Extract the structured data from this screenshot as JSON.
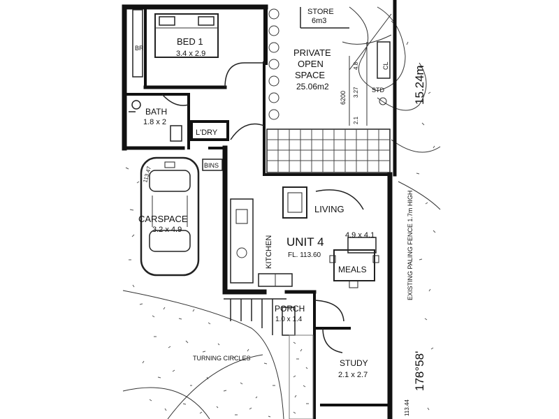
{
  "rooms": {
    "bed1": {
      "name": "BED 1",
      "dims": "3.4 x 2.9",
      "robe": "BR"
    },
    "bath": {
      "name": "BATH",
      "dims": "1.8 x 2"
    },
    "laundry": {
      "name": "L'DRY"
    },
    "store": {
      "name": "STORE",
      "area": "6m3"
    },
    "private_open_space": {
      "line1": "PRIVATE",
      "line2": "OPEN",
      "line3": "SPACE",
      "area": "25.06m2"
    },
    "carspace": {
      "name": "CARSPACE",
      "dims": "3.2 x 4.9",
      "bins": "BINS",
      "level": "113.47"
    },
    "kitchen": {
      "name": "KITCHEN"
    },
    "living": {
      "name": "LIVING",
      "dims": "4.9 x 4.1"
    },
    "unit": {
      "name": "UNIT 4",
      "floor_level": "FL. 113.60"
    },
    "meals": {
      "name": "MEALS"
    },
    "porch": {
      "name": "PORCH",
      "dims": "1.0 x 1.4"
    },
    "study": {
      "name": "STUDY",
      "dims": "2.1 x 2.7"
    }
  },
  "annotations": {
    "turning": "TURNING CIRCLES",
    "fence": "EXISTING PALING FENCE 1.7m HIGH",
    "length": "15.24m",
    "angle": "178°58'",
    "corner_level": "113.44",
    "cl": "CL",
    "std": "STD",
    "dim_6200": "6200",
    "dim_a": "2.1",
    "dim_b": "3.27",
    "dim_c": "4.8"
  }
}
